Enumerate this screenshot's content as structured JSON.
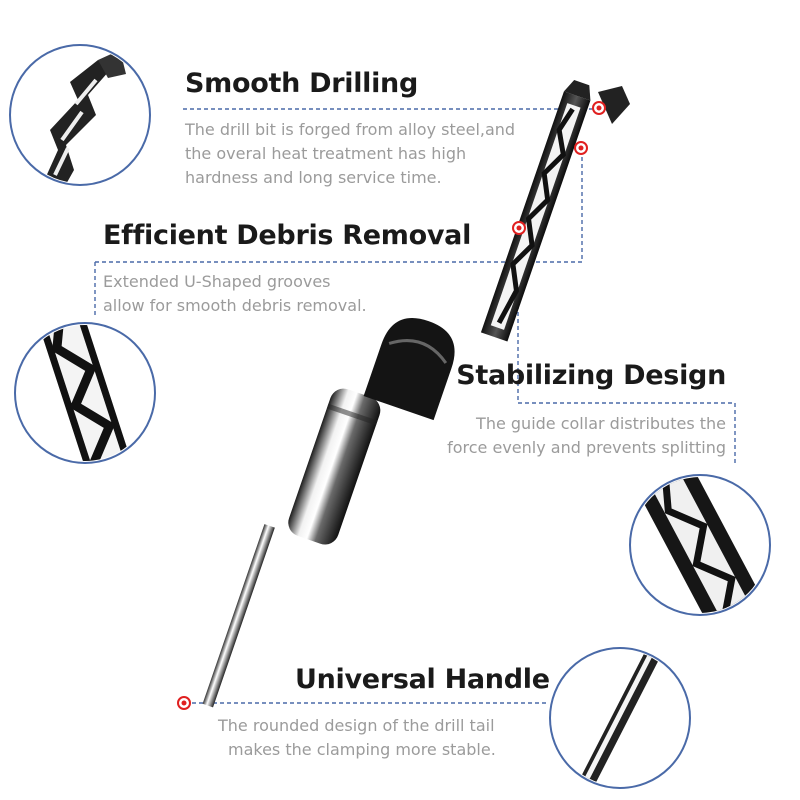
{
  "accent_color": "#4a6aa8",
  "marker_color": "#e02020",
  "features": [
    {
      "title": "Smooth Drilling",
      "lines": [
        "The drill bit is forged from alloy steel,and",
        "the overal heat treatment has high",
        "hardness and long service time."
      ]
    },
    {
      "title": "Efficient Debris Removal",
      "lines": [
        "Extended U-Shaped grooves",
        "allow for smooth debris removal."
      ]
    },
    {
      "title": "Stabilizing Design",
      "lines": [
        "The guide collar distributes the",
        "force evenly and prevents splitting"
      ]
    },
    {
      "title": "Universal Handle",
      "lines": [
        "The rounded design of the drill tail",
        "makes the clamping more stable."
      ]
    }
  ]
}
